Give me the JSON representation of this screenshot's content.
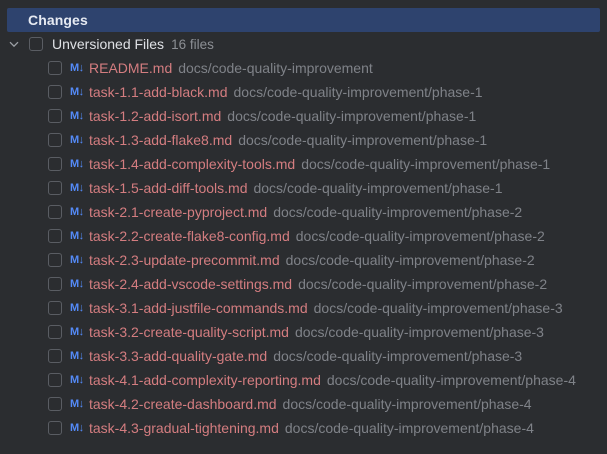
{
  "header": {
    "title": "Changes"
  },
  "group": {
    "label": "Unversioned Files",
    "count": "16 files",
    "expanded": true,
    "checked": false
  },
  "icons": {
    "expand": "chevron-down-icon",
    "file_type": "markdown-file-icon",
    "file_type_glyph": "M↓"
  },
  "colors": {
    "background": "#2b2d30",
    "header_highlight": "#2e436e",
    "unversioned_file": "#d47d80",
    "path": "#7f8288",
    "markdown_icon": "#548af7"
  },
  "files": [
    {
      "name": "README.md",
      "path": "docs/code-quality-improvement"
    },
    {
      "name": "task-1.1-add-black.md",
      "path": "docs/code-quality-improvement/phase-1"
    },
    {
      "name": "task-1.2-add-isort.md",
      "path": "docs/code-quality-improvement/phase-1"
    },
    {
      "name": "task-1.3-add-flake8.md",
      "path": "docs/code-quality-improvement/phase-1"
    },
    {
      "name": "task-1.4-add-complexity-tools.md",
      "path": "docs/code-quality-improvement/phase-1"
    },
    {
      "name": "task-1.5-add-diff-tools.md",
      "path": "docs/code-quality-improvement/phase-1"
    },
    {
      "name": "task-2.1-create-pyproject.md",
      "path": "docs/code-quality-improvement/phase-2"
    },
    {
      "name": "task-2.2-create-flake8-config.md",
      "path": "docs/code-quality-improvement/phase-2"
    },
    {
      "name": "task-2.3-update-precommit.md",
      "path": "docs/code-quality-improvement/phase-2"
    },
    {
      "name": "task-2.4-add-vscode-settings.md",
      "path": "docs/code-quality-improvement/phase-2"
    },
    {
      "name": "task-3.1-add-justfile-commands.md",
      "path": "docs/code-quality-improvement/phase-3"
    },
    {
      "name": "task-3.2-create-quality-script.md",
      "path": "docs/code-quality-improvement/phase-3"
    },
    {
      "name": "task-3.3-add-quality-gate.md",
      "path": "docs/code-quality-improvement/phase-3"
    },
    {
      "name": "task-4.1-add-complexity-reporting.md",
      "path": "docs/code-quality-improvement/phase-4"
    },
    {
      "name": "task-4.2-create-dashboard.md",
      "path": "docs/code-quality-improvement/phase-4"
    },
    {
      "name": "task-4.3-gradual-tightening.md",
      "path": "docs/code-quality-improvement/phase-4"
    }
  ]
}
